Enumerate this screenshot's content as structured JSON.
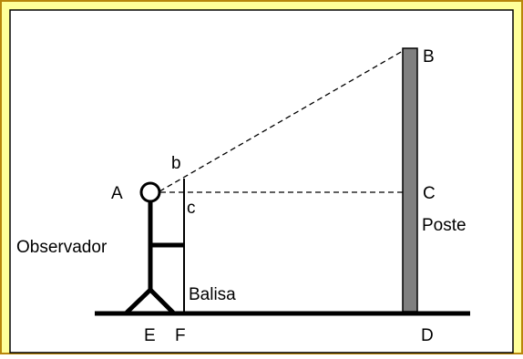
{
  "colors": {
    "frame_fill": "#ffff99",
    "frame_border": "#b8860b",
    "panel_fill": "#ffffff",
    "ink": "#000000",
    "pole_fill": "#808080"
  },
  "labels": {
    "B": "B",
    "b": "b",
    "A": "A",
    "C": "C",
    "c": "c",
    "poste": "Poste",
    "observador": "Observador",
    "balisa": "Balisa",
    "E": "E",
    "F": "F",
    "D": "D"
  }
}
